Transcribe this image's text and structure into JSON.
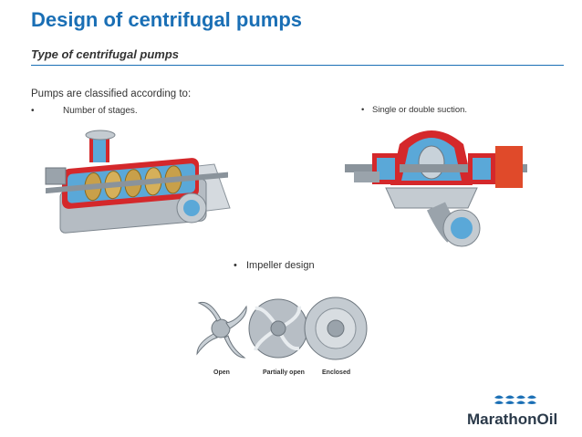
{
  "slide": {
    "title": "Design of centrifugal pumps",
    "subtitle": "Type of centrifugal pumps",
    "intro": "Pumps are classified according to:",
    "bullets": {
      "stages": "Number of stages.",
      "suction": "Single or double suction.",
      "impeller": "Impeller design"
    },
    "bullet_glyph": "•"
  },
  "impeller_captions": {
    "open": "Open",
    "partially_open": "Partially open",
    "enclosed": "Enclosed"
  },
  "logo": {
    "text": "MarathonOil"
  },
  "colors": {
    "title_blue": "#1a6fb5",
    "pump_red": "#d4282b",
    "pump_blue": "#5aa8d8",
    "impeller_gold": "#c8a04a",
    "casing_gray": "#9aa3ab"
  },
  "icons": [
    "multistage-pump-illustration",
    "double-suction-pump-illustration",
    "impeller-types-illustration",
    "marathon-oil-logo"
  ]
}
